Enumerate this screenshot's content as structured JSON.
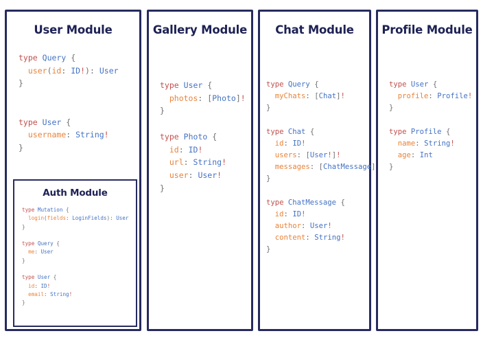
{
  "page": {
    "background": "#ffffff",
    "border_color": "#262a5e",
    "title_color": "#1d2154"
  },
  "syntax_colors": {
    "keyword": "#c0504d",
    "type": "#4472c4",
    "field": "#e8833a",
    "punctuation": "#6f6f6f",
    "non_null_bang": "#c0504d"
  },
  "modules": [
    {
      "id": "user",
      "title": "User Module",
      "code": "type Query {\n  user(id: ID!): User\n}\n\n\ntype User {\n  username: String!\n}",
      "nested": {
        "id": "auth",
        "title": "Auth Module",
        "code": "type Mutation {\n  login(fields: LoginFields): User\n}\n\ntype Query {\n  me: User\n}\n\ntype User {\n  id: ID!\n  email: String!\n}"
      }
    },
    {
      "id": "gallery",
      "title": "Gallery Module",
      "code": "type User {\n  photos: [Photo]!\n}\n\ntype Photo {\n  id: ID!\n  url: String!\n  user: User!\n}"
    },
    {
      "id": "chat",
      "title": "Chat Module",
      "code": "type Query {\n  myChats: [Chat]!\n}\n\ntype Chat {\n  id: ID!\n  users: [User!]!\n  messages: [ChatMessage]!\n}\n\ntype ChatMessage {\n  id: ID!\n  author: User!\n  content: String!\n}"
    },
    {
      "id": "profile",
      "title": "Profile Module",
      "code": "type User {\n  profile: Profile!\n}\n\ntype Profile {\n  name: String!\n  age: Int\n}"
    }
  ]
}
